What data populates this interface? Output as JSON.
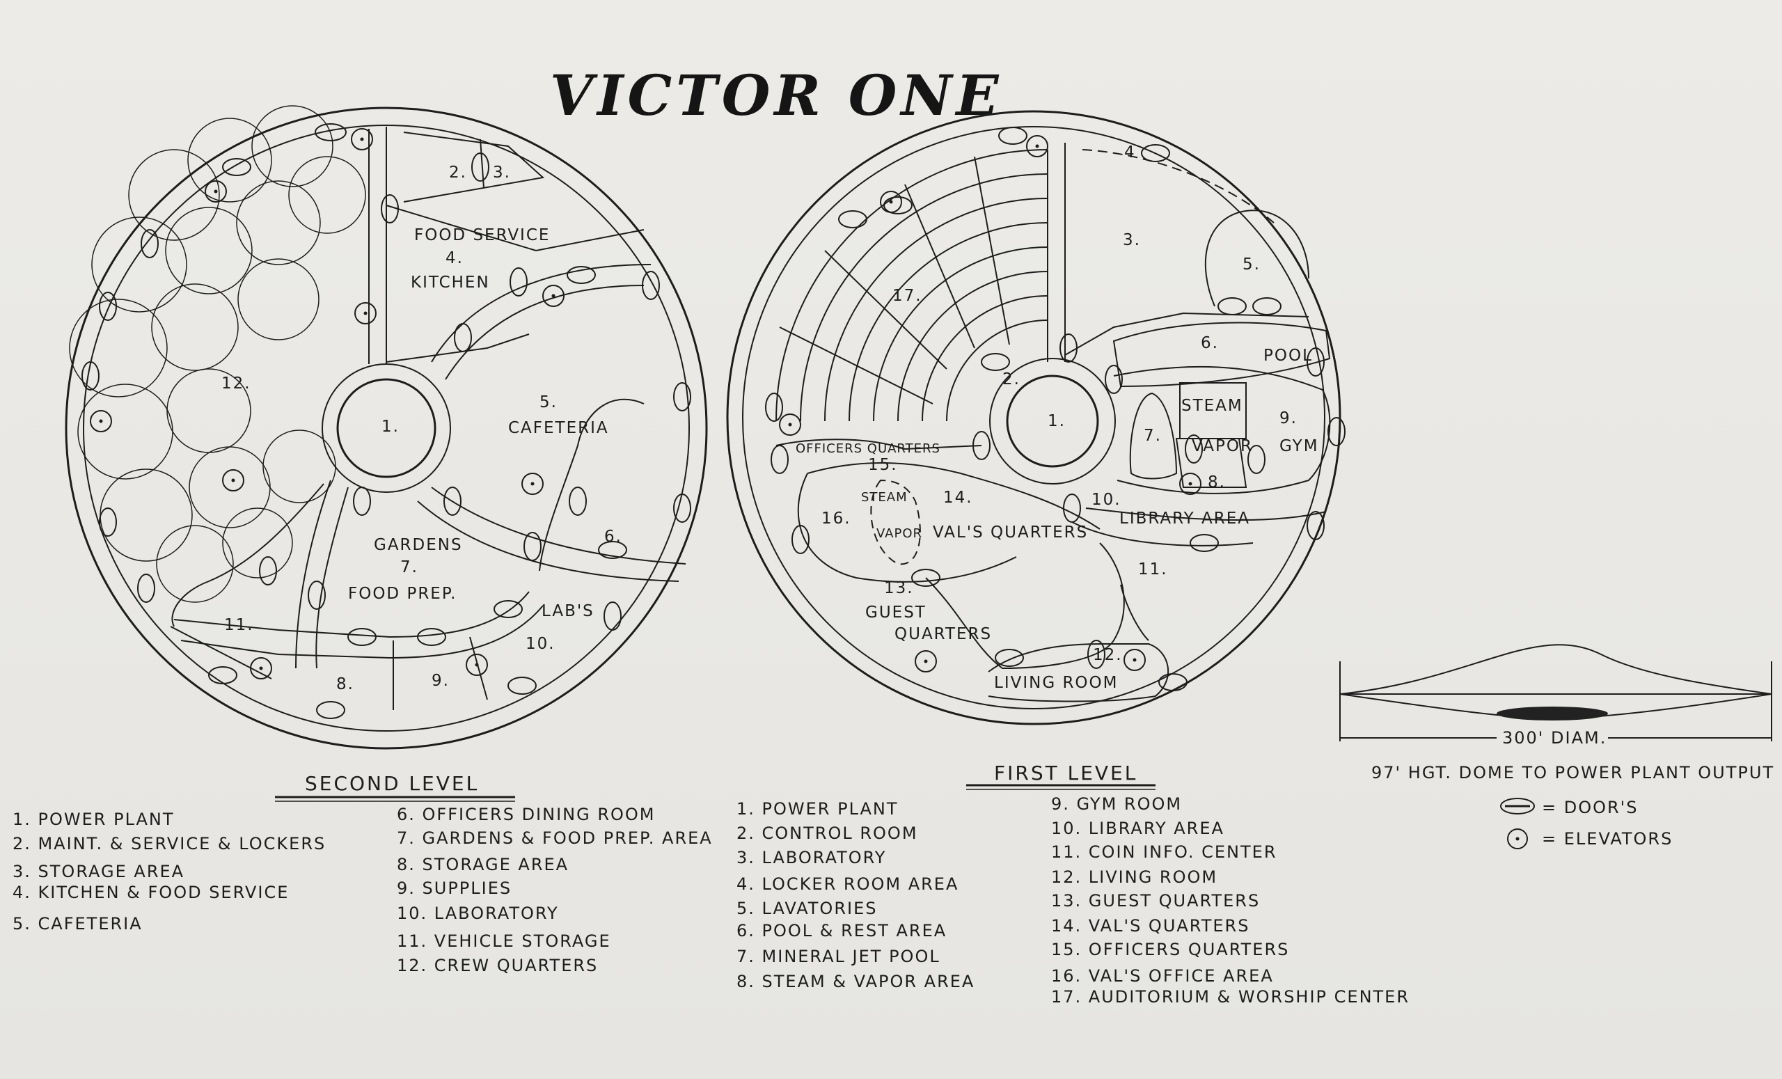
{
  "title": "VICTOR ONE",
  "second_level": {
    "heading": "SECOND LEVEL",
    "rooms": {
      "r1": "1.",
      "r2": "2.",
      "r3": "3.",
      "r4a": "FOOD SERVICE",
      "r4b": "4.",
      "r4c": "KITCHEN",
      "r5a": "5.",
      "r5b": "CAFETERIA",
      "r6": "6.",
      "r7a": "GARDENS",
      "r7b": "7.",
      "r7c": "FOOD PREP.",
      "r8": "8.",
      "r9": "9.",
      "r10": "10.",
      "r10b": "LAB'S",
      "r11": "11.",
      "r12": "12."
    },
    "legend": [
      "1. POWER PLANT",
      "2. MAINT. & SERVICE & LOCKERS",
      "3. STORAGE AREA",
      "4. KITCHEN & FOOD SERVICE",
      "5. CAFETERIA",
      "6. OFFICERS DINING ROOM",
      "7. GARDENS & FOOD PREP. AREA",
      "8. STORAGE AREA",
      "9. SUPPLIES",
      "10. LABORATORY",
      "11. VEHICLE STORAGE",
      "12. CREW QUARTERS"
    ]
  },
  "first_level": {
    "heading": "FIRST LEVEL",
    "rooms": {
      "r1": "1.",
      "r2": "2.",
      "r3": "3.",
      "r4": "4",
      "r5": "5.",
      "r6": "6.",
      "pool": "POOL",
      "r7": "7.",
      "steam": "STEAM",
      "vapor": "VAPOR",
      "r8": "8.",
      "r9": "9.",
      "gym": "GYM",
      "r10": "10.",
      "library": "LIBRARY AREA",
      "r11": "11.",
      "r12": "12.",
      "living": "LIVING ROOM",
      "r13": "13.",
      "guest": "GUEST",
      "quarters": "QUARTERS",
      "r14": "14.",
      "vals": "VAL'S QUARTERS",
      "officers": "OFFICERS QUARTERS",
      "r15": "15.",
      "r16": "16.",
      "steam2": "STEAM",
      "vapor2": "VAPOR",
      "r17": "17."
    },
    "legend": [
      "1. POWER PLANT",
      "2. CONTROL ROOM",
      "3. LABORATORY",
      "4. LOCKER ROOM AREA",
      "5. LAVATORIES",
      "6. POOL & REST AREA",
      "7. MINERAL JET POOL",
      "8. STEAM & VAPOR AREA",
      "9. GYM ROOM",
      "10. LIBRARY AREA",
      "11. COIN INFO. CENTER",
      "12. LIVING ROOM",
      "13. GUEST QUARTERS",
      "14. VAL'S QUARTERS",
      "15. OFFICERS QUARTERS",
      "16. VAL'S OFFICE AREA",
      "17. AUDITORIUM & WORSHIP CENTER"
    ]
  },
  "profile": {
    "diameter": "300' DIAM.",
    "height_note": "97' HGT. DOME TO POWER PLANT OUTPUT",
    "doors": "= DOOR'S",
    "elevators": "= ELEVATORS"
  }
}
